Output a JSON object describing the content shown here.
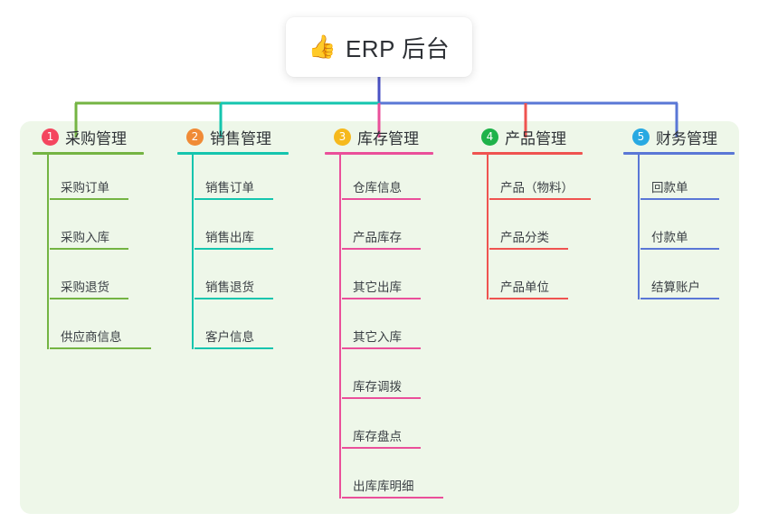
{
  "root": {
    "icon": "thumbs-up-icon",
    "icon_glyph": "👍",
    "title": "ERP 后台"
  },
  "palette": {
    "panel_bg": "#eef7e9",
    "page_bg": "#ffffff",
    "trunk": "#4a51c4",
    "column_1": "#74b443",
    "column_2": "#15c5ae",
    "column_3": "#ea4f9a",
    "column_4": "#ef5350",
    "column_5": "#5a77d6",
    "badge_1": "#f4465f",
    "badge_2": "#f08b36",
    "badge_3": "#f6b91d",
    "badge_4": "#1fb24a",
    "badge_5": "#28a9e2"
  },
  "columns": [
    {
      "index": "1",
      "title": "采购管理",
      "badge_color": "#f4465f",
      "line_color": "#74b443",
      "items": [
        {
          "label": "采购订单"
        },
        {
          "label": "采购入库"
        },
        {
          "label": "采购退货"
        },
        {
          "label": "供应商信息"
        }
      ]
    },
    {
      "index": "2",
      "title": "销售管理",
      "badge_color": "#f08b36",
      "line_color": "#15c5ae",
      "items": [
        {
          "label": "销售订单"
        },
        {
          "label": "销售出库"
        },
        {
          "label": "销售退货"
        },
        {
          "label": "客户信息"
        }
      ]
    },
    {
      "index": "3",
      "title": "库存管理",
      "badge_color": "#f6b91d",
      "line_color": "#ea4f9a",
      "items": [
        {
          "label": "仓库信息"
        },
        {
          "label": "产品库存"
        },
        {
          "label": "其它出库"
        },
        {
          "label": "其它入库"
        },
        {
          "label": "库存调拨"
        },
        {
          "label": "库存盘点"
        },
        {
          "label": "出库库明细"
        }
      ]
    },
    {
      "index": "4",
      "title": "产品管理",
      "badge_color": "#1fb24a",
      "line_color": "#ef5350",
      "items": [
        {
          "label": "产品（物料）"
        },
        {
          "label": "产品分类"
        },
        {
          "label": "产品单位"
        }
      ]
    },
    {
      "index": "5",
      "title": "财务管理",
      "badge_color": "#28a9e2",
      "line_color": "#5a77d6",
      "items": [
        {
          "label": "回款单"
        },
        {
          "label": "付款单"
        },
        {
          "label": "结算账户"
        }
      ]
    }
  ]
}
